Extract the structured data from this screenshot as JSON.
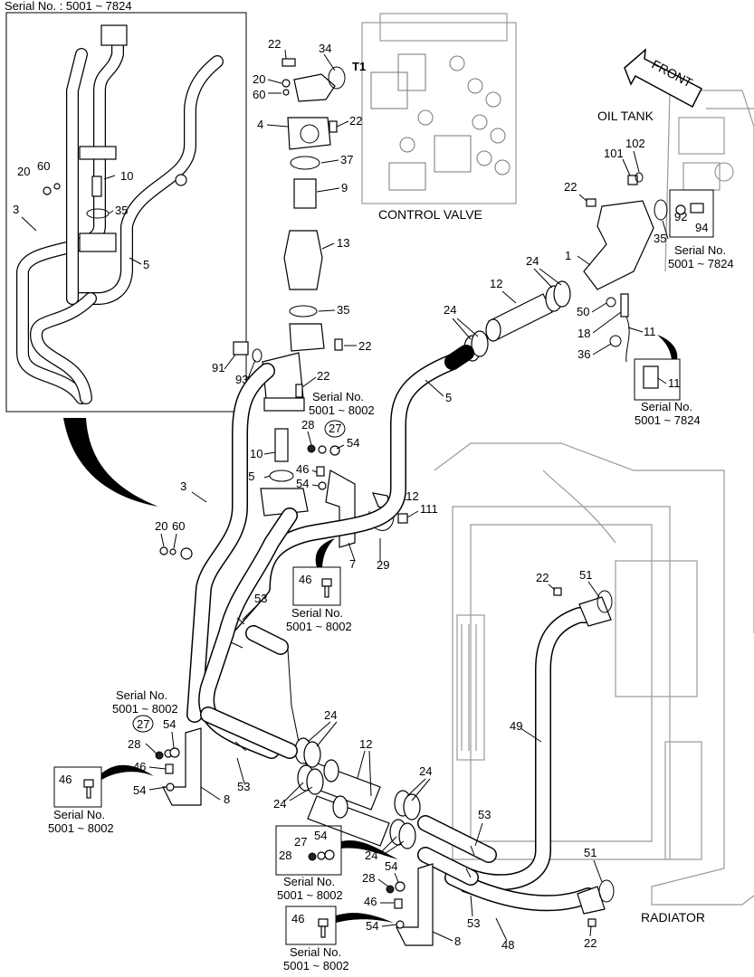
{
  "inset_title": "Serial No. : 5001 ~ 7824",
  "big_labels": {
    "control_valve": "CONTROL VALVE",
    "oil_tank": "OIL TANK",
    "front": "FRONT",
    "radiator": "RADIATOR",
    "t1": "T1"
  },
  "serial_notes": {
    "oil_tank_a": "Serial No.",
    "oil_tank_b": "5001 ~ 7824",
    "sensor_a": "Serial No.",
    "sensor_b": "5001 ~ 7824",
    "bracket7_a": "Serial No.",
    "bracket7_b": "5001 ~ 8002",
    "box46_a": "Serial No.",
    "box46_b": "5001 ~ 8002",
    "left_mid_a": "Serial No.",
    "left_mid_b": "5001 ~ 8002",
    "left_box_a": "Serial No.",
    "left_box_b": "5001 ~ 8002",
    "mid_box_a": "Serial No.",
    "mid_box_b": "5001 ~ 8002",
    "bot_box_a": "Serial No.",
    "bot_box_b": "5001 ~ 8002"
  },
  "callouts": {
    "c22a": "22",
    "c34": "34",
    "c20a": "20",
    "c60a": "60",
    "c4": "4",
    "c22b": "22",
    "c37": "37",
    "c9": "9",
    "c13": "13",
    "c35a": "35",
    "c22c": "22",
    "c91": "91",
    "c93": "93",
    "c22d": "22",
    "c28a": "28",
    "c27a": "27",
    "c54a": "54",
    "c10a": "10",
    "c35b": "35",
    "c46a": "46",
    "c54b": "54",
    "c3a": "3",
    "c20b": "20",
    "c60b": "60",
    "c7": "7",
    "c112": "112",
    "c111": "111",
    "c29": "29",
    "c46box": "46",
    "c53a": "53",
    "c20i": "20",
    "c60i": "60",
    "c10i": "10",
    "c35i": "35",
    "c3i": "3",
    "c5i": "5",
    "c12a": "12",
    "c24a": "24",
    "c24b": "24",
    "c5": "5",
    "c1": "1",
    "c22e": "22",
    "c101": "101",
    "c102": "102",
    "c92": "92",
    "c94": "94",
    "c35c": "35",
    "c50": "50",
    "c18": "18",
    "c36": "36",
    "c11a": "11",
    "c11b": "11",
    "c22f": "22",
    "c51a": "51",
    "c49": "49",
    "c27b": "27",
    "c54c": "54",
    "c28b": "28",
    "c46b": "46",
    "c54d": "54",
    "c46c": "46",
    "c8a": "8",
    "c53b": "53",
    "c24c": "24",
    "c12b": "12",
    "c24d": "24",
    "c24e": "24",
    "c24f": "24",
    "c53c": "53",
    "c27c": "27",
    "c54e": "54",
    "c28c": "28",
    "c28d": "28",
    "c54f": "54",
    "c46d": "46",
    "c54g": "54",
    "c53d": "53",
    "c46e": "46",
    "c48": "48",
    "c8b": "8",
    "c51b": "51",
    "c22g": "22"
  }
}
